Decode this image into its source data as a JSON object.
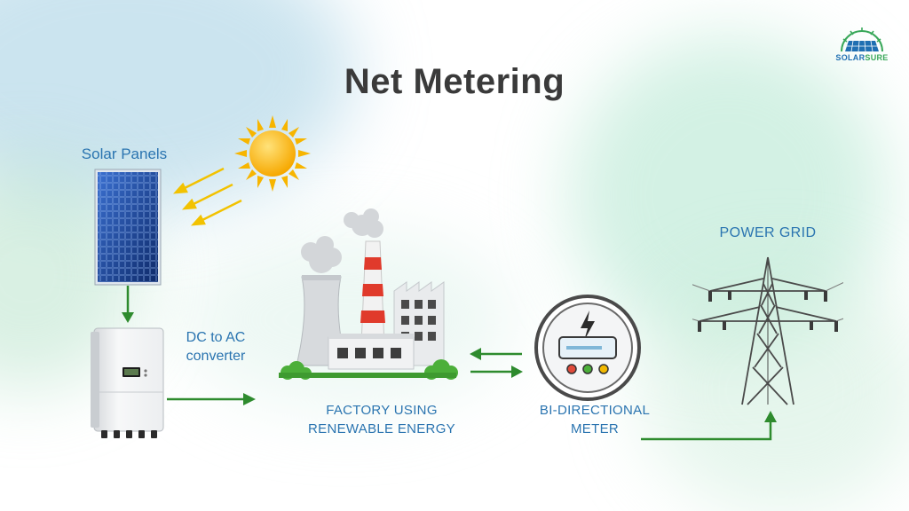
{
  "title": "Net Metering",
  "logo": {
    "name_part1": "SOLAR",
    "name_part2": "SURE"
  },
  "nodes": {
    "solar_panels": "Solar Panels",
    "converter_line1": "DC to AC",
    "converter_line2": "converter",
    "factory_line1": "FACTORY USING",
    "factory_line2": "RENEWABLE ENERGY",
    "meter_line1": "BI-DIRECTIONAL",
    "meter_line2": "METER",
    "grid": "POWER GRID"
  },
  "colors": {
    "label": "#2a74b0",
    "title": "#3a3a3a",
    "arrow": "#2e8b2e",
    "sun": "#f7b500",
    "panel": "#1d3f8f"
  }
}
